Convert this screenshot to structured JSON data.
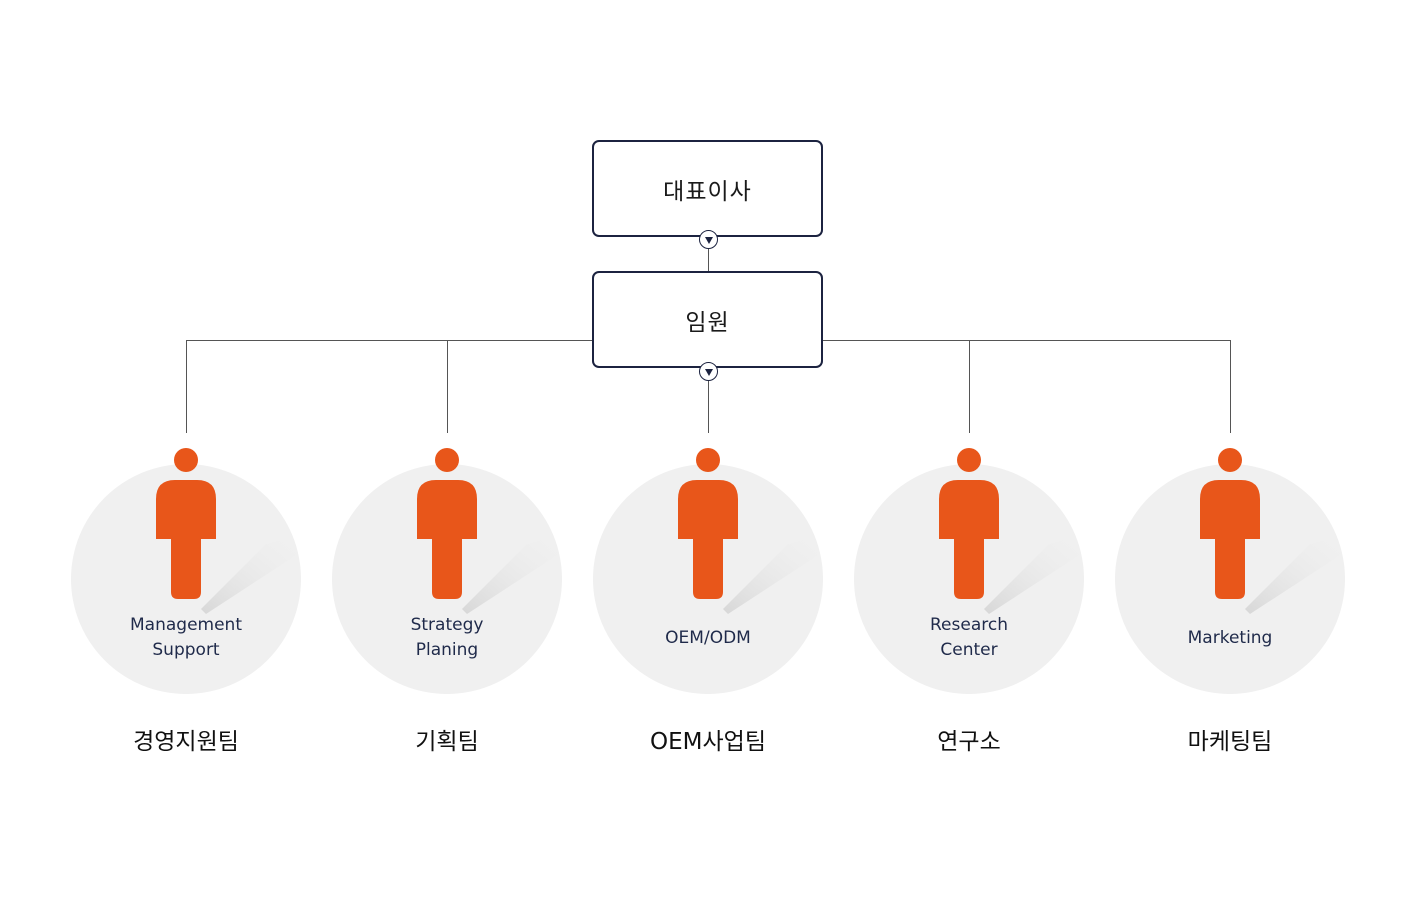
{
  "org": {
    "ceo_label": "대표이사",
    "exec_label": "임원"
  },
  "departments": [
    {
      "english": "Management\nSupport",
      "korean": "경영지원팀"
    },
    {
      "english": "Strategy\nPlaning",
      "korean": "기획팀"
    },
    {
      "english": "OEM/ODM",
      "korean": "OEM사업팀"
    },
    {
      "english": "Research\nCenter",
      "korean": "연구소"
    },
    {
      "english": "Marketing",
      "korean": "마케팅팀"
    }
  ],
  "colors": {
    "accent": "#e8561a",
    "box_border": "#1c2340",
    "circle_bg": "#f0f0f0",
    "line": "#555555"
  },
  "icons": {
    "toggle": "chevron-down-icon",
    "person": "person-icon"
  }
}
